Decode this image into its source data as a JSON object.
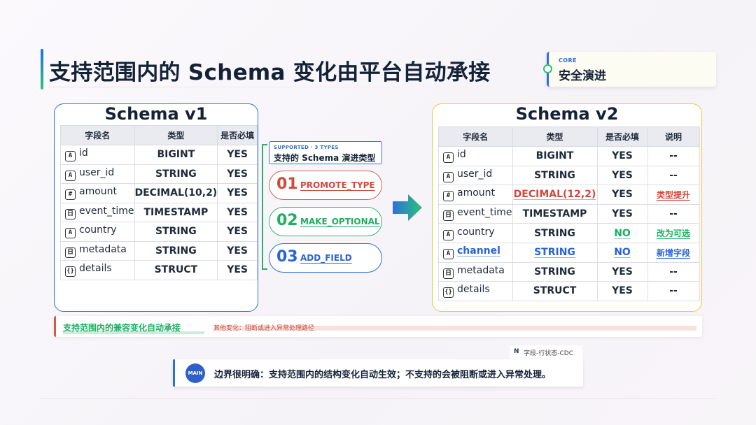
{
  "title": "支持范围内的 Schema 变化由平台自动承接",
  "core_badge": {
    "label": "CORE",
    "text": "安全演进"
  },
  "v1": {
    "title": "Schema v1",
    "headers": [
      "字段名",
      "类型",
      "是否必填"
    ],
    "rows": [
      {
        "icon": "A",
        "field": "id",
        "type": "BIGINT",
        "required": "YES"
      },
      {
        "icon": "A",
        "field": "user_id",
        "type": "STRING",
        "required": "YES"
      },
      {
        "icon": "#",
        "field": "amount",
        "type": "DECIMAL(10,2)",
        "required": "YES"
      },
      {
        "icon": "日",
        "field": "event_time",
        "type": "TIMESTAMP",
        "required": "YES"
      },
      {
        "icon": "A",
        "field": "country",
        "type": "STRING",
        "required": "YES"
      },
      {
        "icon": "日",
        "field": "metadata",
        "type": "STRING",
        "required": "YES"
      },
      {
        "icon": "{}",
        "field": "details",
        "type": "STRUCT",
        "required": "YES"
      }
    ]
  },
  "types": {
    "sup": "SUPPORTED · 3 TYPES",
    "title": "支持的 Schema 演进类型",
    "items": [
      {
        "num": "01",
        "label": "PROMOTE_TYPE"
      },
      {
        "num": "02",
        "label": "MAKE_OPTIONAL"
      },
      {
        "num": "03",
        "label": "ADD_FIELD"
      }
    ]
  },
  "v2": {
    "title": "Schema v2",
    "headers": [
      "字段名",
      "类型",
      "是否必填",
      "说明"
    ],
    "rows": [
      {
        "icon": "A",
        "field": "id",
        "type": "BIGINT",
        "required": "YES",
        "note": "--"
      },
      {
        "icon": "A",
        "field": "user_id",
        "type": "STRING",
        "required": "YES",
        "note": "--"
      },
      {
        "icon": "#",
        "field": "amount",
        "type": "DECIMAL(12,2)",
        "required": "YES",
        "note": "类型提升"
      },
      {
        "icon": "日",
        "field": "event_time",
        "type": "TIMESTAMP",
        "required": "YES",
        "note": "--"
      },
      {
        "icon": "A",
        "field": "country",
        "type": "STRING",
        "required": "NO",
        "note": "改为可选"
      },
      {
        "icon": "A",
        "field": "channel",
        "type": "STRING",
        "required": "NO",
        "note": "新增字段"
      },
      {
        "icon": "日",
        "field": "metadata",
        "type": "STRING",
        "required": "YES",
        "note": "--"
      },
      {
        "icon": "{}",
        "field": "details",
        "type": "STRUCT",
        "required": "YES",
        "note": "--"
      }
    ]
  },
  "strip": {
    "supported": "支持范围内的兼容变化自动承接",
    "other": "其他变化：阻断或进入异常处理路径"
  },
  "source": {
    "n": "N",
    "text": "字段-行状态-CDC"
  },
  "main": {
    "badge": "MAIN",
    "text": "边界很明确：支持范围内的结构变化自动生效；不支持的会被阻断或进入异常处理。"
  },
  "colors": {
    "accent_blue": "#2f6fdc",
    "accent_green": "#2cb874",
    "accent_red": "#d14a36",
    "accent_yellow": "#e8c845"
  }
}
